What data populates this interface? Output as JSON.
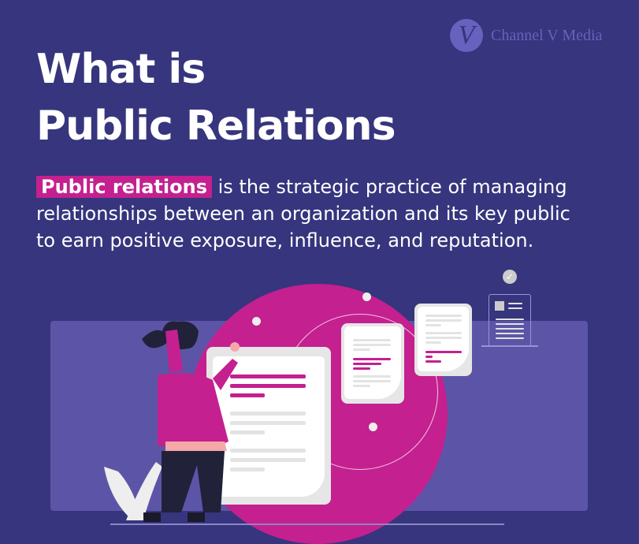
{
  "brand": {
    "logo_letter": "V",
    "name": "Channel V Media"
  },
  "header": {
    "title_line1": "What is",
    "title_line2": "Public Relations"
  },
  "definition": {
    "highlight": "Public relations",
    "text_line1": " is the strategic practice of managing",
    "text_line2": "relationships between an organization and its key public",
    "text_line3": "to earn positive exposure, influence, and reputation."
  },
  "icons": {
    "check": "✓"
  },
  "colors": {
    "background": "#36357d",
    "panel": "#5c55a7",
    "accent": "#c4208f"
  }
}
